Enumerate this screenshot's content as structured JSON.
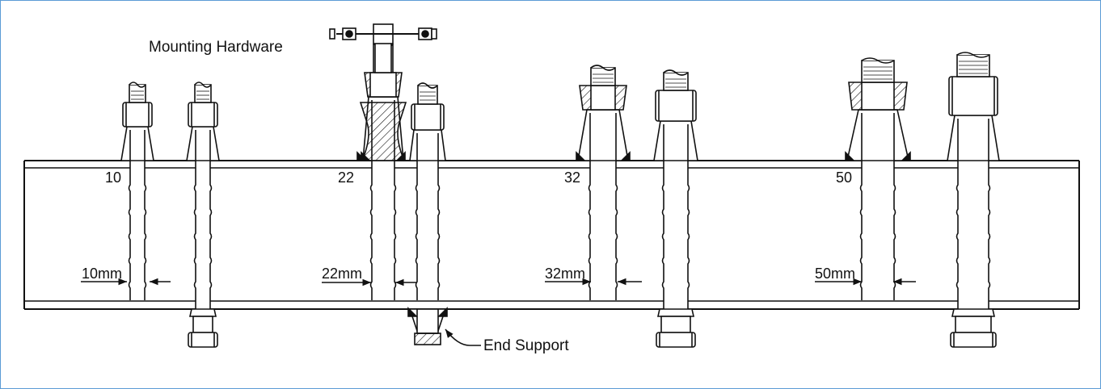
{
  "title": "Mounting Hardware",
  "colors": {
    "border": "#5b9bd5",
    "line": "#111111"
  },
  "sizes": [
    {
      "label": "10",
      "dimension": "10mm"
    },
    {
      "label": "22",
      "dimension": "22mm"
    },
    {
      "label": "32",
      "dimension": "32mm"
    },
    {
      "label": "50",
      "dimension": "50mm"
    }
  ],
  "callouts": {
    "end_support": "End Support"
  }
}
